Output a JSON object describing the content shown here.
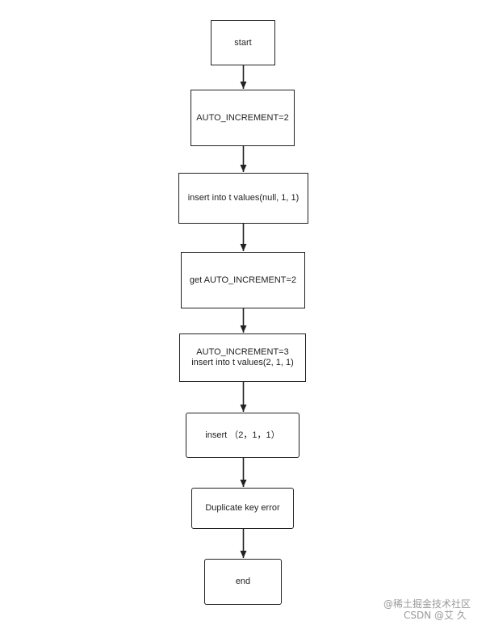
{
  "flowchart": {
    "nodes": [
      {
        "id": "start",
        "label": "start"
      },
      {
        "id": "set-auto-increment",
        "label": "AUTO_INCREMENT=2"
      },
      {
        "id": "insert-null",
        "label": "insert into t values(null, 1, 1)"
      },
      {
        "id": "get-auto-increment",
        "label": "get AUTO_INCREMENT=2"
      },
      {
        "id": "update-auto-increment",
        "label": "AUTO_INCREMENT=3\ninsert into t values(2, 1, 1)"
      },
      {
        "id": "insert-2-1-1",
        "label": "insert （2，1，1）"
      },
      {
        "id": "duplicate-key-error",
        "label": "Duplicate key error"
      },
      {
        "id": "end",
        "label": "end"
      }
    ],
    "edges": [
      {
        "from": "start",
        "to": "set-auto-increment"
      },
      {
        "from": "set-auto-increment",
        "to": "insert-null"
      },
      {
        "from": "insert-null",
        "to": "get-auto-increment"
      },
      {
        "from": "get-auto-increment",
        "to": "update-auto-increment"
      },
      {
        "from": "update-auto-increment",
        "to": "insert-2-1-1"
      },
      {
        "from": "insert-2-1-1",
        "to": "duplicate-key-error"
      },
      {
        "from": "duplicate-key-error",
        "to": "end"
      }
    ]
  },
  "watermark": {
    "line1": "@稀土掘金技术社区",
    "line2": "CSDN @艾 久"
  },
  "colors": {
    "stroke": "#222222",
    "background": "#ffffff",
    "watermark": "#9a9a9a"
  }
}
